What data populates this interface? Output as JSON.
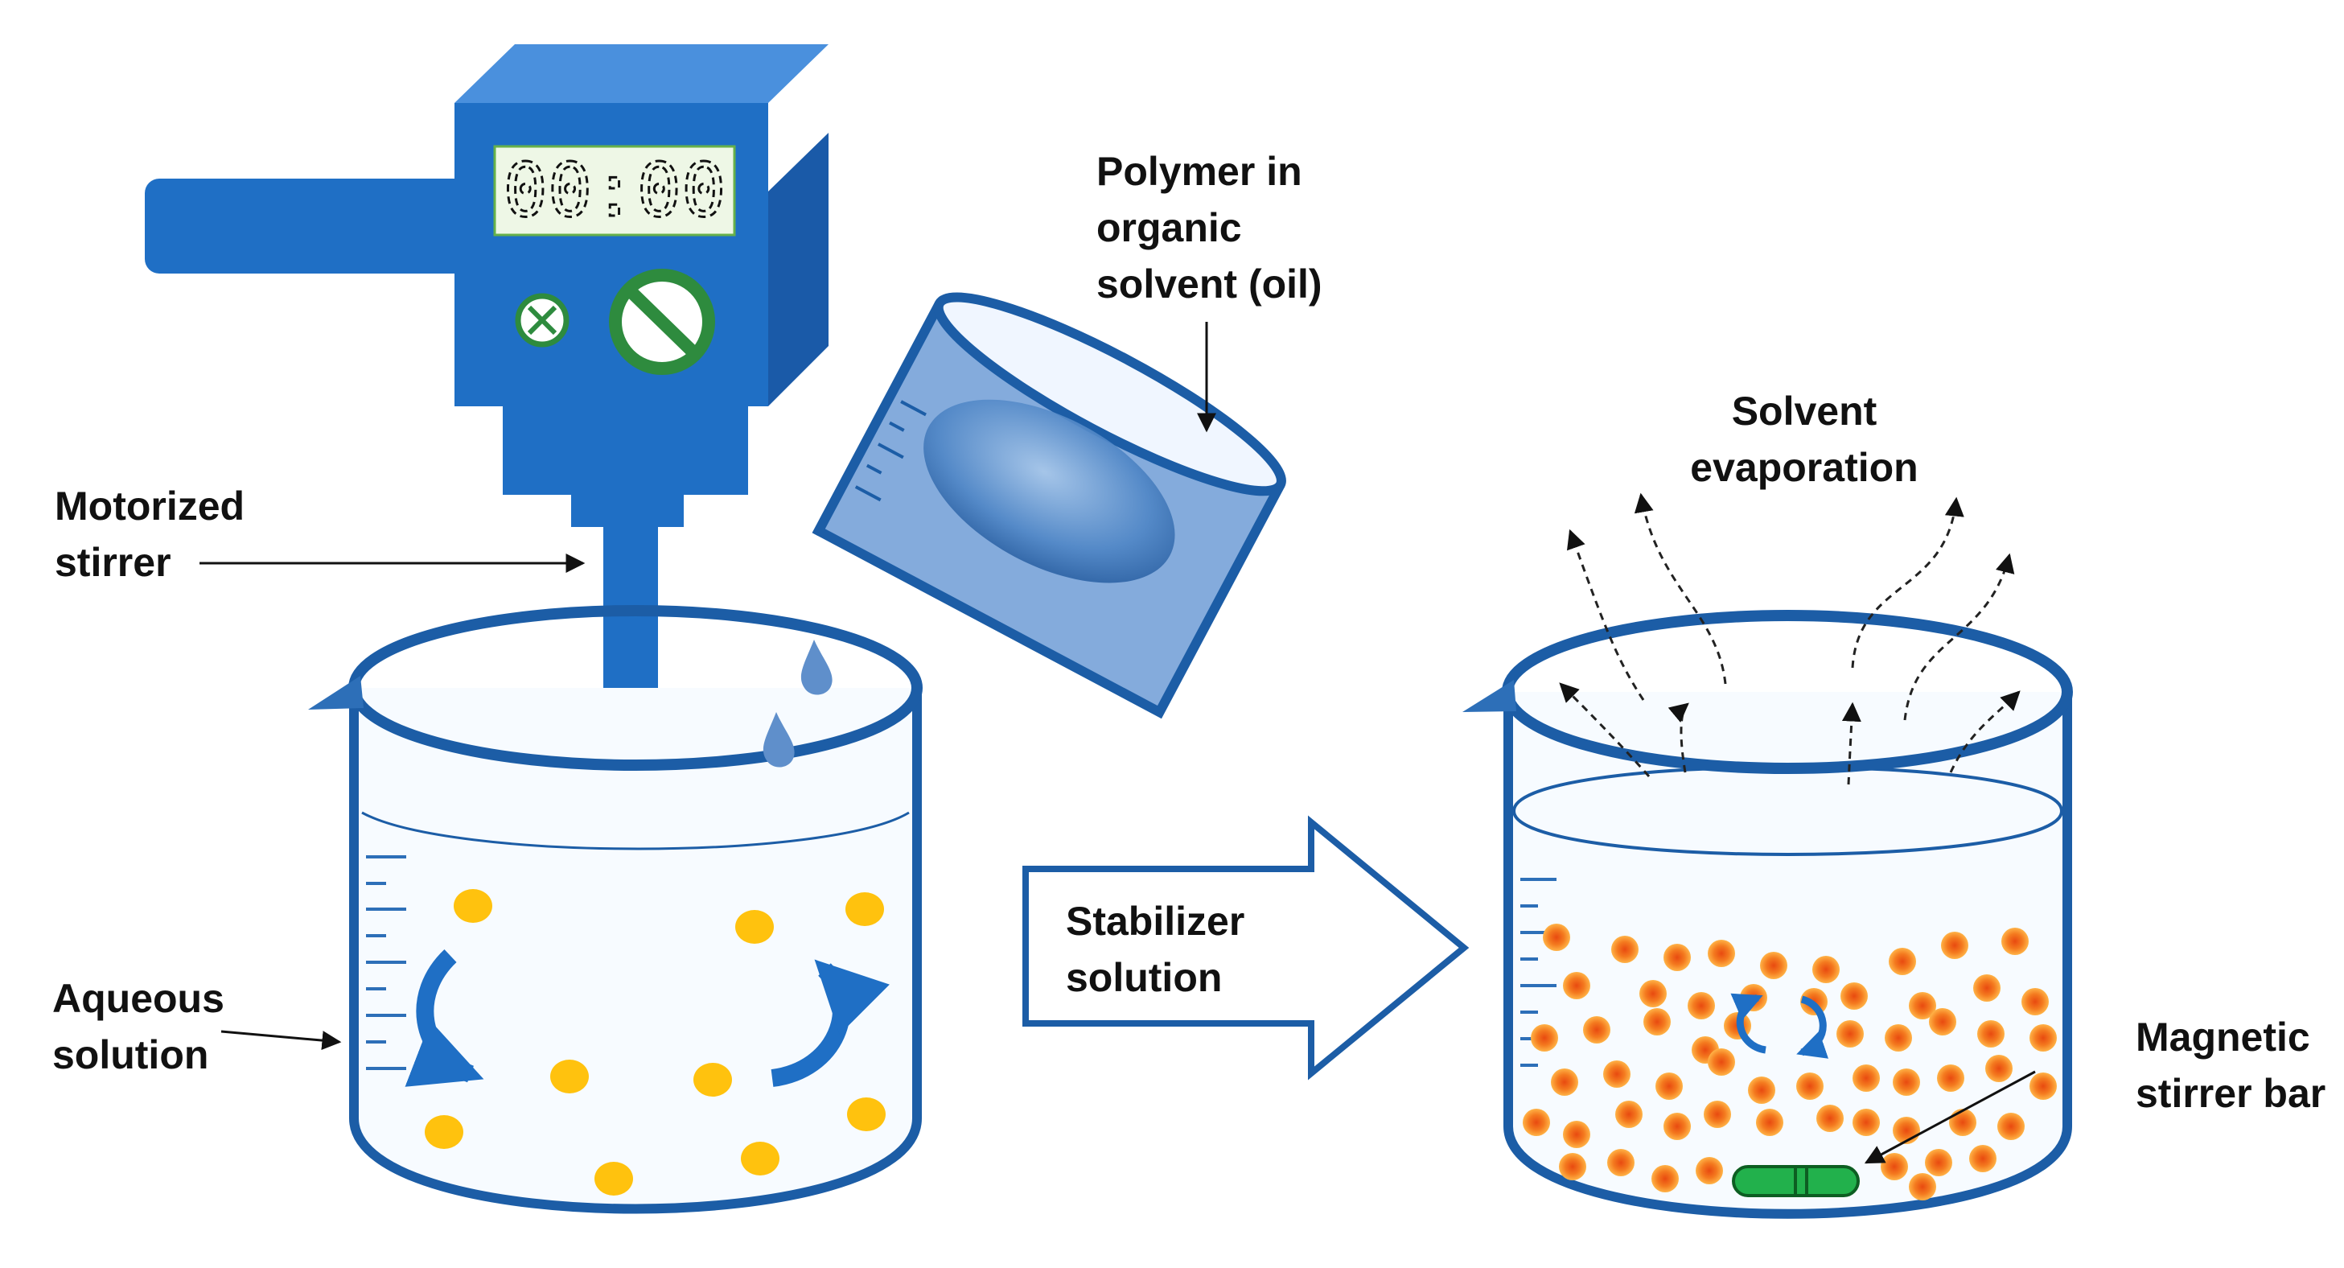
{
  "labels": {
    "motorized_stirrer": [
      "Motorized",
      "stirrer"
    ],
    "polymer": [
      "Polymer in",
      "organic",
      "solvent (oil)"
    ],
    "solvent_evaporation": [
      "Solvent",
      "evaporation"
    ],
    "aqueous_solution": [
      "Aqueous",
      "solution"
    ],
    "stabilizer_solution": [
      "Stabilizer",
      "solution"
    ],
    "magnetic_stirrer_bar": [
      "Magnetic",
      "stirrer bar"
    ]
  },
  "stirrer": {
    "display": "00:00"
  },
  "colors": {
    "device_blue": "#1f6fc5",
    "device_dark": "#1a5aa8",
    "device_light": "#4a90dd",
    "outline": "#1c5da6",
    "particle_yellow": "#ffc20e",
    "particle_orange": "#f2711c",
    "stirrer_bar_green": "#22b14c",
    "button_green": "#2e8b3e"
  },
  "icons": {
    "close": "close-circle-icon",
    "stop": "no-entry-icon",
    "rotate": "rotate-arrows-icon"
  }
}
